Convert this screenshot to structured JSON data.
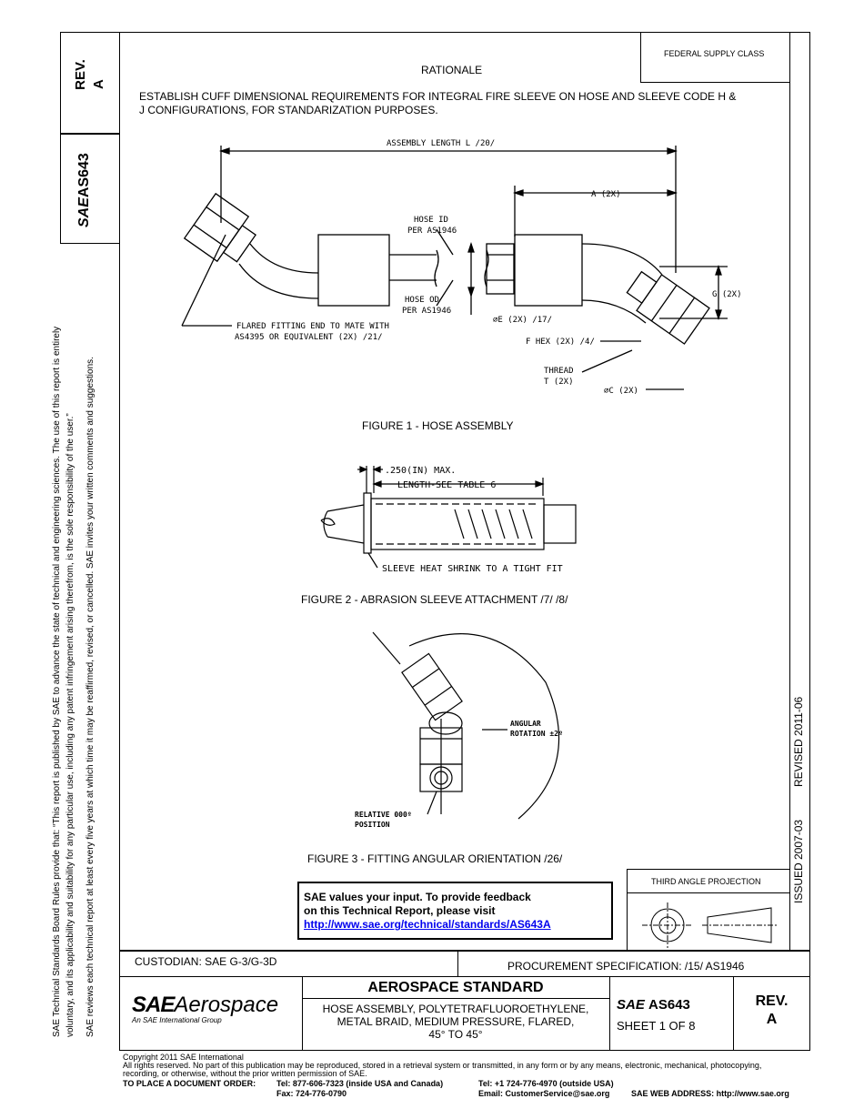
{
  "side_notice": {
    "line1": "SAE Technical Standards Board Rules provide that: “This report is published by SAE to advance the state of technical and engineering sciences. The use of this report is entirely",
    "line2": "voluntary, and its applicability and suitability for any particular use, including any patent infringement arising therefrom, is the sole responsibility of the user.”",
    "line3": "SAE reviews each technical report at least every five years at which time it may be reaffirmed, revised, or cancelled. SAE invites your written comments and suggestions."
  },
  "left_column": {
    "rev_label": "REV.",
    "rev_value": "A",
    "sae_mark": "SAE",
    "doc_number": "AS643"
  },
  "federal_supply_class": "FEDERAL SUPPLY CLASS",
  "rationale": {
    "heading": "RATIONALE",
    "line1": "ESTABLISH CUFF DIMENSIONAL REQUIREMENTS FOR INTEGRAL FIRE SLEEVE ON HOSE AND SLEEVE CODE H &",
    "line2": "J CONFIGURATIONS, FOR STANDARIZATION PURPOSES."
  },
  "figure1": {
    "caption": "FIGURE 1 - HOSE ASSEMBLY",
    "assembly_length": "ASSEMBLY LENGTH L /20/",
    "dim_a": "A (2X)",
    "hose_id_1": "HOSE ID",
    "hose_id_2": "PER AS1946",
    "hose_od_1": "HOSE OD",
    "hose_od_2": "PER AS1946",
    "dim_e": "⌀E (2X) /17/",
    "dim_g": "G (2X)",
    "flared_1": "FLARED FITTING END TO MATE WITH",
    "flared_2": "AS4395 OR EQUIVALENT (2X) /21/",
    "f_hex": "F HEX (2X) /4/",
    "thread_1": "THREAD",
    "thread_2": "T (2X)",
    "dim_c": "⌀C (2X)"
  },
  "figure2": {
    "caption": "FIGURE 2 - ABRASION SLEEVE ATTACHMENT /7/ /8/",
    "max_label": ".250(IN) MAX.",
    "length_label": "LENGTH-SEE TABLE 6",
    "shrink_label": "SLEEVE HEAT SHRINK TO A TIGHT FIT"
  },
  "figure3": {
    "caption": "FIGURE 3 - FITTING ANGULAR ORIENTATION /26/",
    "angular_1": "ANGULAR",
    "angular_2": "ROTATION ±2º",
    "relative_1": "RELATIVE 000º",
    "relative_2": "POSITION"
  },
  "feedback": {
    "line1": "SAE values your input. To provide feedback",
    "line2": "on this Technical Report, please visit",
    "link": "http://www.sae.org/technical/standards/AS643A"
  },
  "third_angle": "THIRD ANGLE PROJECTION",
  "dates": {
    "issued": "ISSUED 2007-03",
    "revised": "REVISED 2011-06"
  },
  "title_block": {
    "custodian": "CUSTODIAN: SAE G-3/G-3D",
    "procurement": "PROCUREMENT SPECIFICATION: /15/ AS1946",
    "logo_main": "Aerospace",
    "logo_sub": "An SAE International Group",
    "standard_type": "AEROSPACE STANDARD",
    "title_line1": "HOSE ASSEMBLY, POLYTETRAFLUOROETHYLENE,",
    "title_line2": "METAL BRAID, MEDIUM PRESSURE, FLARED,",
    "title_line3": "45° TO 45°",
    "doc_number": "AS643",
    "sheet": "SHEET 1 OF 8",
    "rev_label": "REV.",
    "rev_value": "A"
  },
  "footer": {
    "copyright": "Copyright 2011 SAE International",
    "rights1": "All rights reserved. No part of this publication may be reproduced, stored in a retrieval system or transmitted, in any form or by any means, electronic, mechanical, photocopying,",
    "rights2": "recording, or otherwise, without the prior written permission of SAE.",
    "order_label": "TO PLACE A DOCUMENT ORDER:",
    "tel_usa": "Tel: 877-606-7323 (inside USA and Canada)",
    "tel_out": "Tel: +1 724-776-4970 (outside USA)",
    "fax": "Fax: 724-776-0790",
    "email": "Email: CustomerService@sae.org",
    "web": "SAE WEB ADDRESS: http://www.sae.org"
  }
}
